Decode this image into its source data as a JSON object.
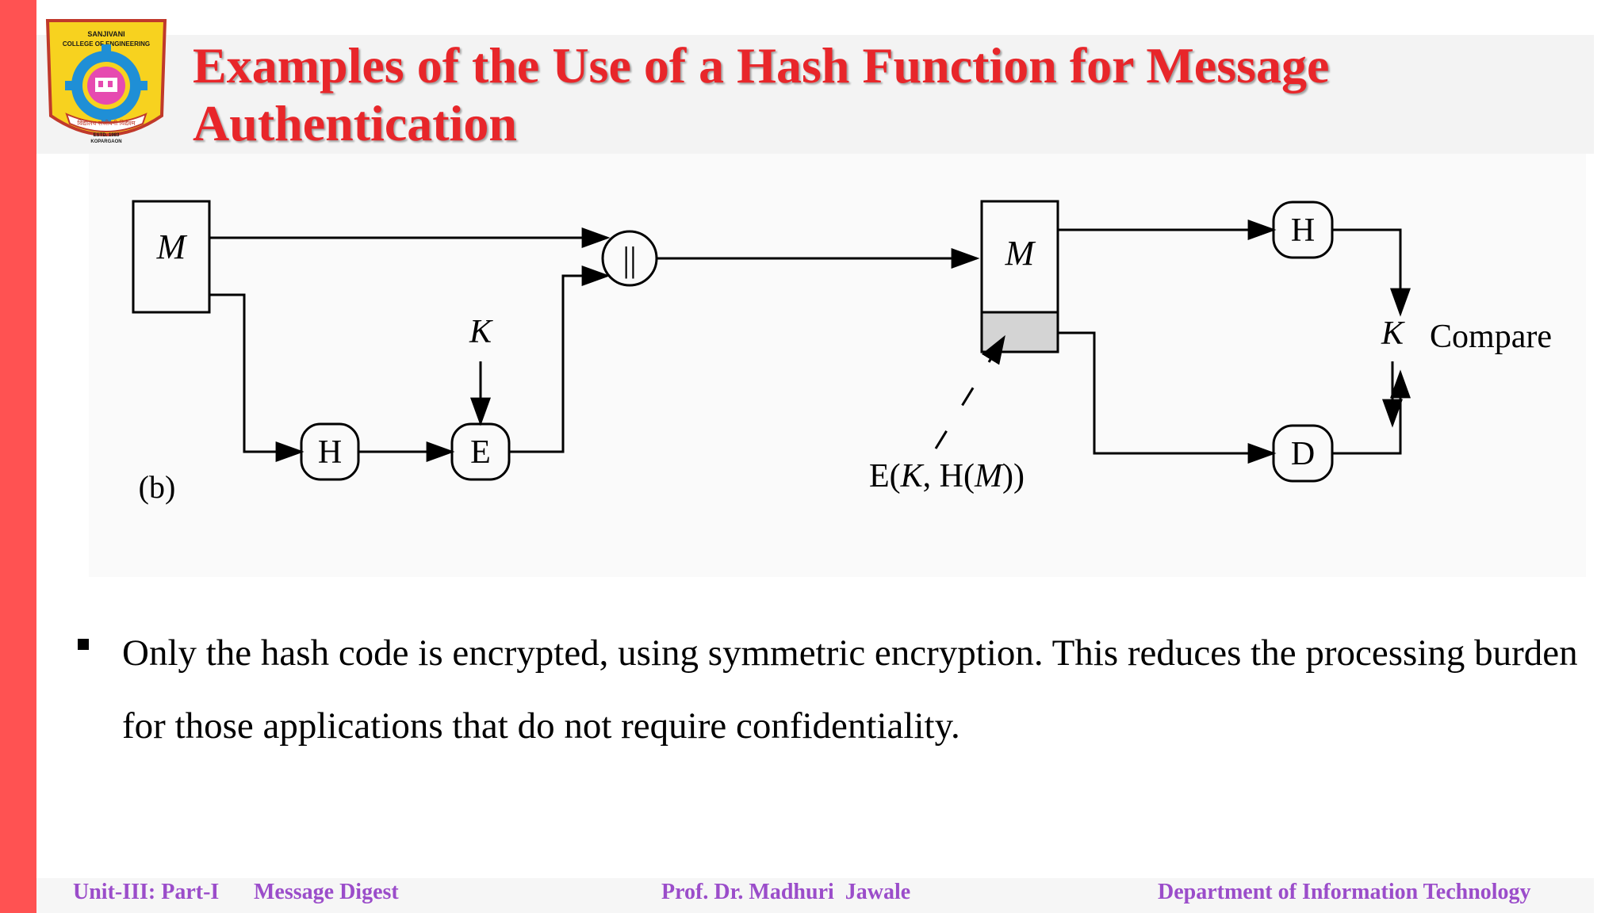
{
  "logo": {
    "top_text": "SANJIVANI",
    "sub_text": "COLLEGE OF ENGINEERING",
    "motto": "विद्यालय संजीवनी विद्येश्म",
    "estd": "ESTD. 1983",
    "place": "KOPARGAON"
  },
  "slide": {
    "title_line1": "Examples of the Use of a Hash Function for Message",
    "title_line2": "Authentication"
  },
  "diagram": {
    "sender_message": "M",
    "concat_symbol": "||",
    "hash_sender": "H",
    "encrypt": "E",
    "key_sender": "K",
    "panel_label": "(b)",
    "receiver_message": "M",
    "hash_receiver": "H",
    "key_receiver": "K",
    "decrypt": "D",
    "compare": "Compare",
    "enc_hash_label_prefix": "E(",
    "enc_hash_label_k": "K",
    "enc_hash_label_mid": ", H(",
    "enc_hash_label_m": "M",
    "enc_hash_label_suffix": "))"
  },
  "body": {
    "bullet_text": "Only the hash code is encrypted, using symmetric encryption. This reduces the processing burden for those applications that do not require confidentiality."
  },
  "footer": {
    "unit": "Unit-III: Part-I",
    "topic": "Message Digest",
    "author": "Prof. Dr. Madhuri  Jawale",
    "department": "Department of Information Technology"
  },
  "colors": {
    "accent_bar": "#ff5252",
    "title": "#e8262a",
    "footer": "#9b4dca"
  }
}
